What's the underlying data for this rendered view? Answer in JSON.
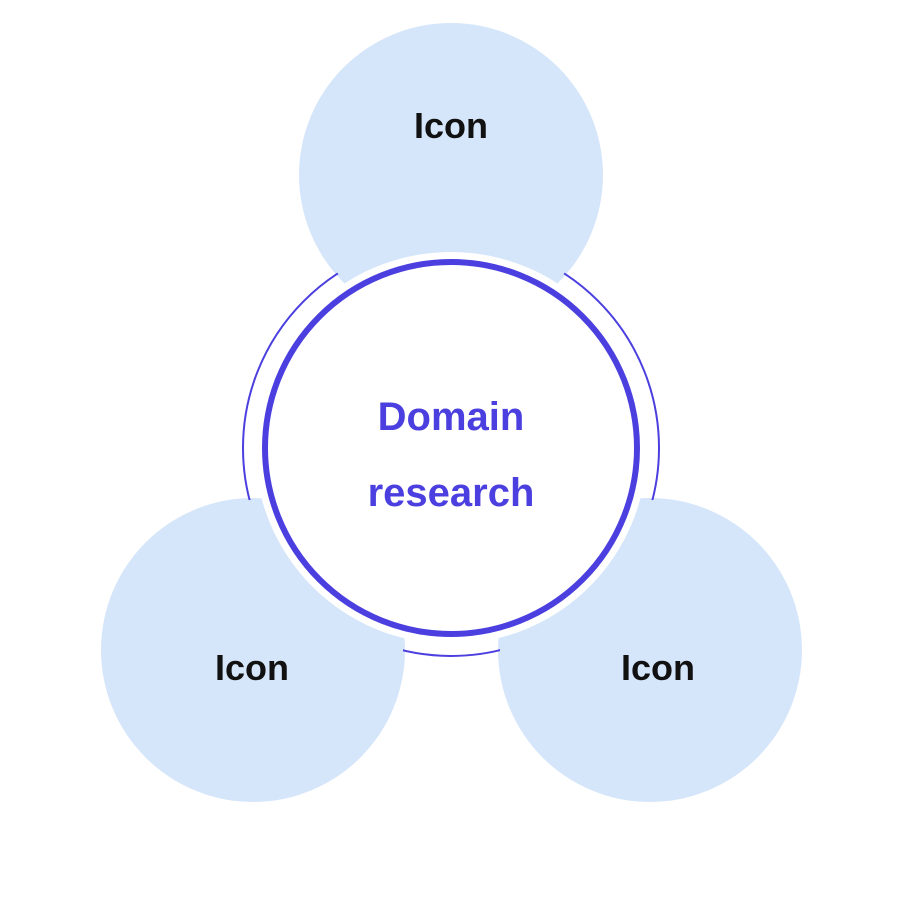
{
  "center": {
    "line1": "Domain",
    "line2": "research",
    "text_color": "#4b3fe0",
    "ring_color": "#4b3fe0"
  },
  "satellites": [
    {
      "label": "Icon"
    },
    {
      "label": "Icon"
    },
    {
      "label": "Icon"
    }
  ],
  "colors": {
    "satellite_fill": "#d6e6fa",
    "label_color": "#111111",
    "background": "#ffffff"
  }
}
